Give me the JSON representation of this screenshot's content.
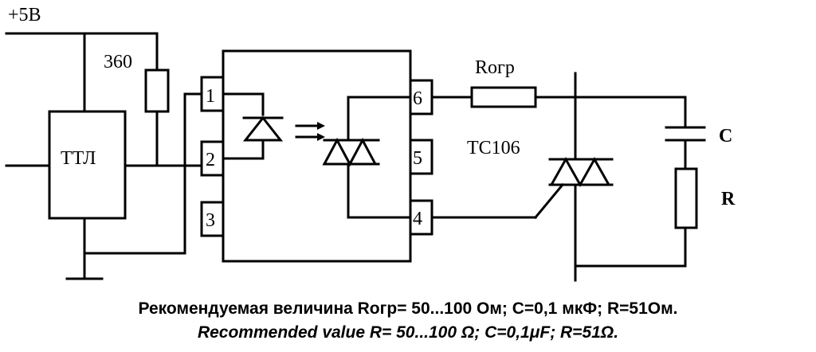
{
  "diagram": {
    "labels": {
      "supply": "+5В",
      "r_pullup": "360",
      "logic": "ТТЛ",
      "r_limit": "Rогр",
      "triac": "TC106",
      "capacitor": "C",
      "resistor": "R"
    },
    "pins": [
      "1",
      "2",
      "3",
      "6",
      "5",
      "4"
    ]
  },
  "caption": {
    "ru": "Рекомендуемая величина Rогр= 50...100 Ом; C=0,1 мкФ; R=51Ом.",
    "en": "Recommended value R= 50...100 Ω; C=0,1μF; R=51Ω."
  }
}
